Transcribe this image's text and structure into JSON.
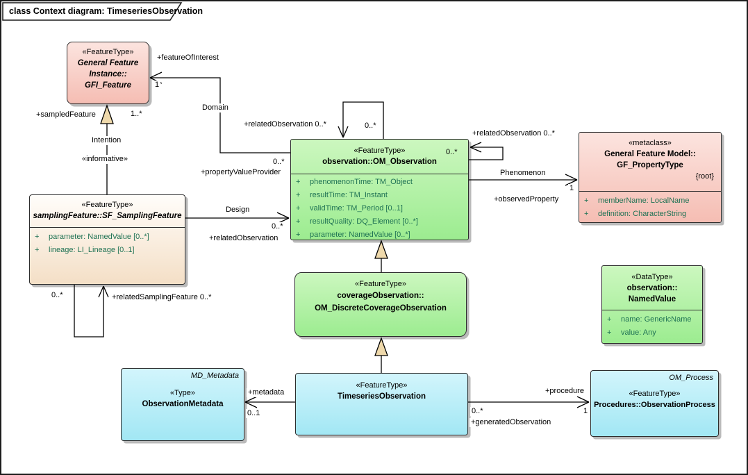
{
  "title": "class Context diagram: TimeseriesObservation",
  "colors": {
    "pink": "#f5bdb3",
    "cream": "#f4dfc6",
    "green": "#9cec90",
    "cyan": "#a2e7f4",
    "attribute_text": "#1f7254",
    "generalization_fill": "#efd9ab",
    "line": "#000000"
  },
  "boxes": {
    "gfi_feature": {
      "stereotype": "«FeatureType»",
      "line1": "General Feature",
      "line2": "Instance::",
      "line3": "GFI_Feature"
    },
    "sampling_feature": {
      "stereotype": "«FeatureType»",
      "name": "samplingFeature::SF_SamplingFeature",
      "attrs": [
        {
          "vis": "+",
          "text": "parameter: NamedValue [0..*]"
        },
        {
          "vis": "+",
          "text": "lineage: LI_Lineage [0..1]"
        }
      ]
    },
    "om_observation": {
      "stereotype": "«FeatureType»",
      "name": "observation::OM_Observation",
      "attrs": [
        {
          "vis": "+",
          "text": "phenomenonTime: TM_Object"
        },
        {
          "vis": "+",
          "text": "resultTime: TM_Instant"
        },
        {
          "vis": "+",
          "text": "validTime: TM_Period [0..1]"
        },
        {
          "vis": "+",
          "text": "resultQuality: DQ_Element [0..*]"
        },
        {
          "vis": "+",
          "text": "parameter: NamedValue [0..*]"
        }
      ]
    },
    "gf_property_type": {
      "stereotype": "«metaclass»",
      "line1": "General Feature Model::",
      "line2": "GF_PropertyType",
      "tag": "{root}",
      "attrs": [
        {
          "vis": "+",
          "text": "memberName: LocalName"
        },
        {
          "vis": "+",
          "text": "definition: CharacterString"
        }
      ]
    },
    "discrete_coverage": {
      "stereotype": "«FeatureType»",
      "line1": "coverageObservation::",
      "line2": "OM_DiscreteCoverageObservation"
    },
    "named_value": {
      "stereotype": "«DataType»",
      "line1": "observation::",
      "line2": "NamedValue",
      "attrs": [
        {
          "vis": "+",
          "text": "name: GenericName"
        },
        {
          "vis": "+",
          "text": "value: Any"
        }
      ]
    },
    "observation_metadata": {
      "corner": "MD_Metadata",
      "stereotype": "«Type»",
      "name": "ObservationMetadata"
    },
    "timeseries_observation": {
      "stereotype": "«FeatureType»",
      "name": "TimeseriesObservation"
    },
    "observation_process": {
      "corner": "OM_Process",
      "stereotype": "«FeatureType»",
      "name": "Procedures::ObservationProcess"
    }
  },
  "labels": {
    "feature_of_interest": "+featureOfInterest",
    "foi_mult": "1",
    "domain": "Domain",
    "sampled_feature": "+sampledFeature",
    "sampled_mult": "1..*",
    "intention": "Intention",
    "informative": "«informative»",
    "related_observation_top": "+relatedObservation 0..*",
    "top_loop_mult": "0..*",
    "related_observation_right": "+relatedObservation 0..*",
    "right_loop_mult": "0..*",
    "pvp_mult": "0..*",
    "property_value_provider": "+propertyValueProvider",
    "design": "Design",
    "design_mult": "0..*",
    "related_observation_left": "+relatedObservation",
    "phenomenon": "Phenomenon",
    "phenomenon_mult": "1",
    "observed_property": "+observedProperty",
    "rsf_mult": "0..*",
    "related_sampling_feature": "+relatedSamplingFeature 0..*",
    "metadata": "+metadata",
    "metadata_mult": "0..1",
    "procedure": "+procedure",
    "procedure_mult": "1",
    "generated_mult": "0..*",
    "generated_observation": "+generatedObservation"
  }
}
